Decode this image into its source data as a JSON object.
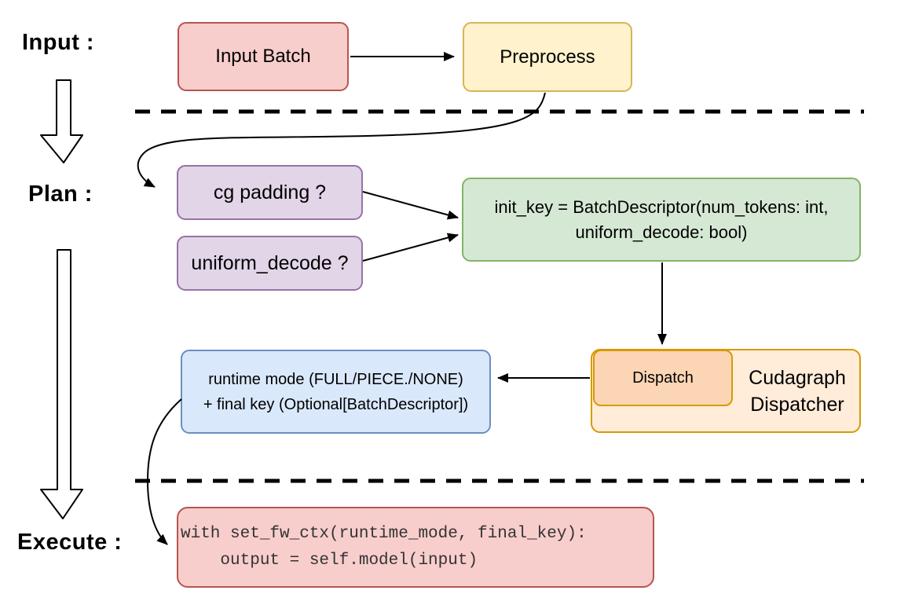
{
  "labels": {
    "input": "Input :",
    "plan": "Plan :",
    "execute": "Execute :"
  },
  "nodes": {
    "input_batch": {
      "label": "Input Batch",
      "fill": "#f8cecc",
      "stroke": "#b85450"
    },
    "preprocess": {
      "label": "Preprocess",
      "fill": "#fff2cc",
      "stroke": "#d6b656"
    },
    "cg_padding": {
      "label": "cg padding ?",
      "fill": "#e1d5e7",
      "stroke": "#9673a6"
    },
    "uniform_decode": {
      "label": "uniform_decode ?",
      "fill": "#e1d5e7",
      "stroke": "#9673a6"
    },
    "init_key": {
      "line1": "init_key = BatchDescriptor(num_tokens: int,",
      "line2": "uniform_decode: bool)",
      "fill": "#d5e8d4",
      "stroke": "#82b366"
    },
    "dispatch": {
      "label": "Dispatch",
      "fill": "#fcd5b4",
      "stroke": "#d79b00"
    },
    "cudagraph_dispatcher": {
      "label": "Cudagraph Dispatcher",
      "fill": "#ffecd9",
      "stroke": "#d79b00"
    },
    "runtime_result": {
      "line1": "runtime mode (FULL/PIECE./NONE)",
      "line2": "+ final key (Optional[BatchDescriptor])",
      "fill": "#dae8fc",
      "stroke": "#6c8ebf"
    },
    "execute_code": {
      "line1": "with set_fw_ctx(runtime_mode, final_key):",
      "line2": "    output = self.model(input)",
      "fill": "#f8cecc",
      "stroke": "#b85450"
    }
  },
  "colors": {
    "background": "#ffffff",
    "arrow_line": "#000000",
    "dashed_separator": "#000000",
    "code_text": "#333333",
    "label_text": "#000000"
  }
}
